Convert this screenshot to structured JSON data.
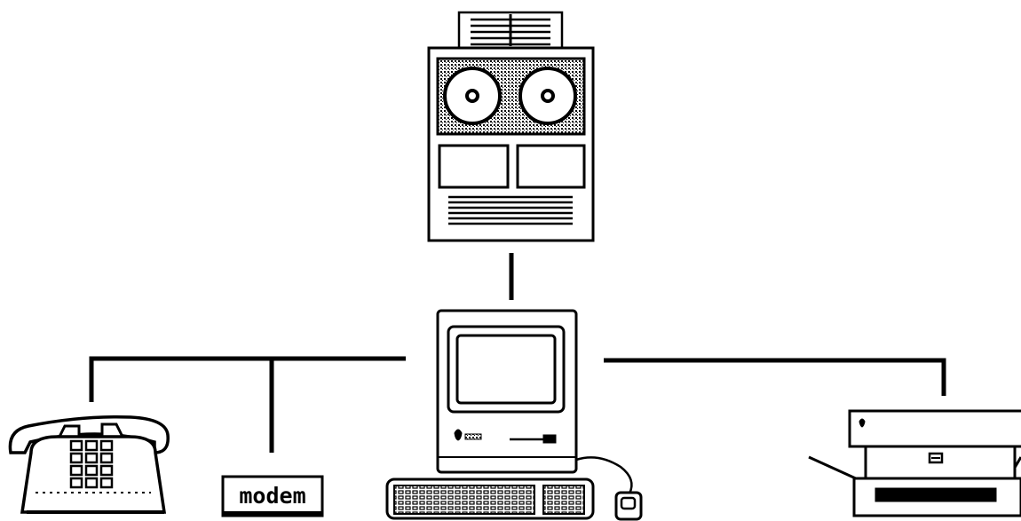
{
  "diagram": {
    "nodes": [
      {
        "id": "tape-drive",
        "icon": "tape-drive-icon"
      },
      {
        "id": "computer",
        "icon": "computer-icon"
      },
      {
        "id": "telephone",
        "icon": "telephone-icon"
      },
      {
        "id": "modem",
        "icon": "modem-icon",
        "label": "modem"
      },
      {
        "id": "printer",
        "icon": "printer-icon"
      }
    ],
    "colors": {
      "ink": "#000000",
      "paper": "#ffffff"
    }
  }
}
